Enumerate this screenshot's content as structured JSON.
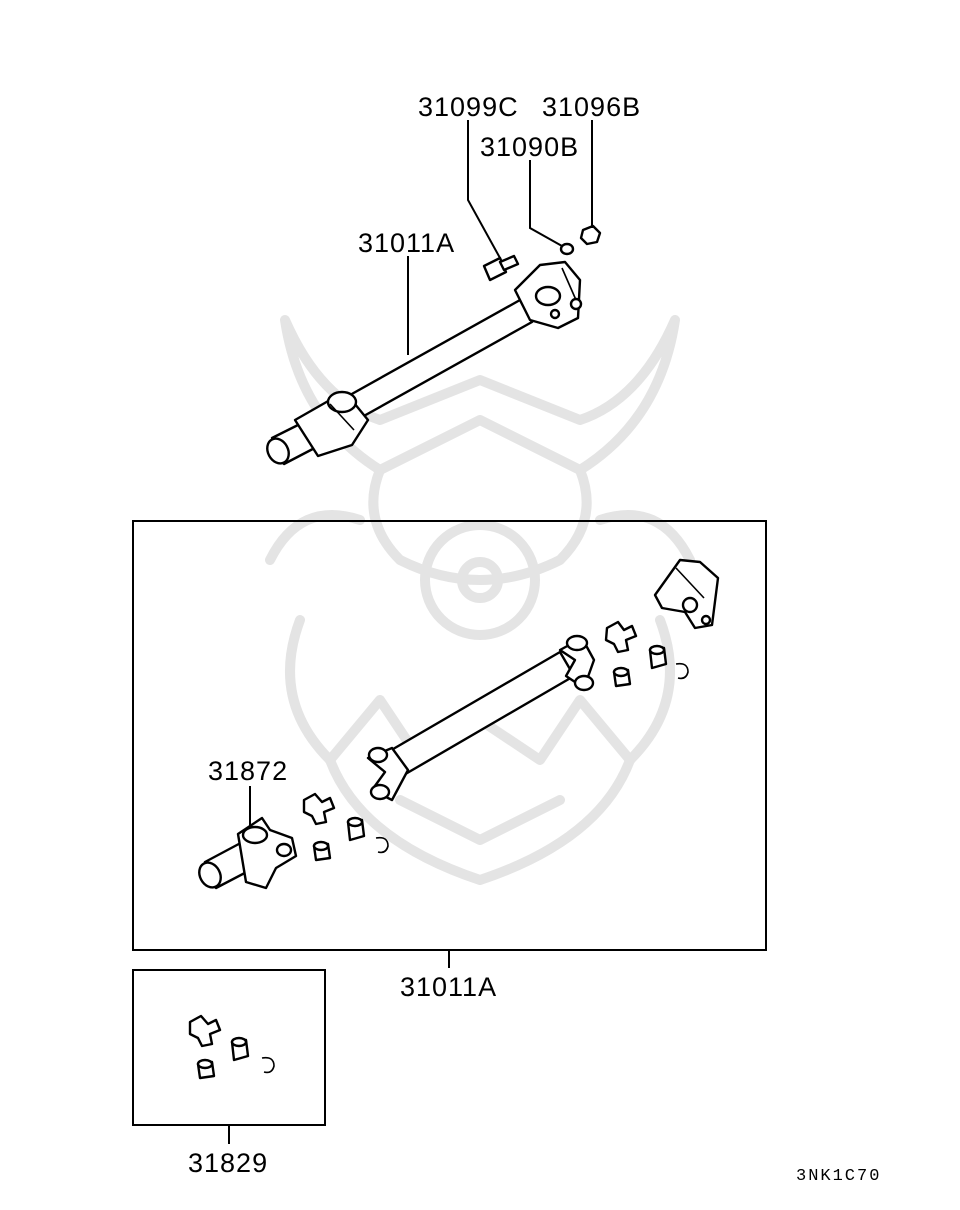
{
  "diagram": {
    "callouts": {
      "bolt": "31099C",
      "nut": "31096B",
      "washer": "31090B",
      "shaft_assembly": "31011A",
      "shaft_kit": "31011A",
      "yoke": "31872",
      "joint_kit": "31829"
    },
    "figure_code": "3NK1C70"
  }
}
